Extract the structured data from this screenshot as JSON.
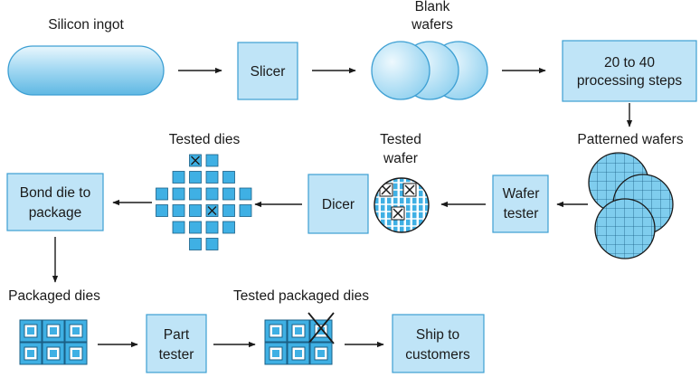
{
  "colors": {
    "box_fill": "#bfe4f7",
    "box_stroke": "#3d9fd3",
    "wafer_fill": "#7fcdee",
    "die_fill": "#3fb0e4",
    "ink": "#1a1a1a"
  },
  "steps": {
    "ingot_label": "Silicon ingot",
    "slicer": "Slicer",
    "blank_wafers_line1": "Blank",
    "blank_wafers_line2": "wafers",
    "processing_line1": "20 to 40",
    "processing_line2": "processing steps",
    "patterned_wafers": "Patterned wafers",
    "wafer_tester_line1": "Wafer",
    "wafer_tester_line2": "tester",
    "tested_wafer_line1": "Tested",
    "tested_wafer_line2": "wafer",
    "dicer": "Dicer",
    "tested_dies": "Tested dies",
    "bond_line1": "Bond die to",
    "bond_line2": "package",
    "packaged_dies": "Packaged dies",
    "part_tester_line1": "Part",
    "part_tester_line2": "tester",
    "tested_packaged_dies": "Tested packaged dies",
    "ship_line1": "Ship to",
    "ship_line2": "customers"
  },
  "icons": {
    "ingot": "silicon-ingot-icon",
    "blank_wafers": "blank-wafers-icon",
    "patterned_wafers": "patterned-wafers-icon",
    "tested_wafer": "tested-wafer-icon",
    "tested_dies": "tested-dies-icon",
    "packaged_dies": "packaged-dies-icon",
    "tested_packaged_dies": "tested-packaged-dies-icon"
  }
}
